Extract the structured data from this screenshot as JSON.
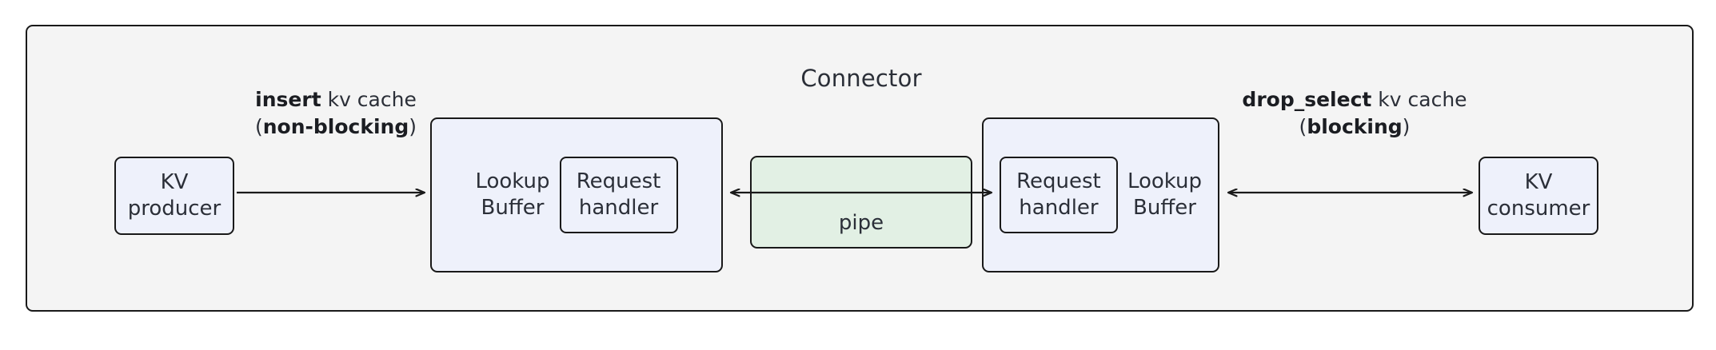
{
  "diagram": {
    "title": "Connector",
    "background_color": "#f4f4f4",
    "border_color": "#191919",
    "node_blue_fill": "#eef1fb",
    "node_green_fill": "#e2f0e4",
    "text_color": "#2b2f38"
  },
  "nodes": {
    "kv_producer": "KV\nproducer",
    "kv_consumer": "KV\nconsumer",
    "lookup_buffer_left": "Lookup\nBuffer",
    "lookup_buffer_right": "Lookup\nBuffer",
    "request_handler_left": "Request\nhandler",
    "request_handler_right": "Request\nhandler",
    "pipe": "pipe"
  },
  "edges": {
    "insert": {
      "bold": "insert",
      "rest": " kv cache",
      "open_paren": "(",
      "mode": "non-blocking",
      "close_paren": ")",
      "direction": "right"
    },
    "drop_select": {
      "bold": "drop_select",
      "rest": " kv cache",
      "open_paren": "(",
      "mode": "blocking",
      "close_paren": ")",
      "direction": "bidirectional"
    },
    "pipe_link": {
      "direction": "bidirectional"
    }
  }
}
